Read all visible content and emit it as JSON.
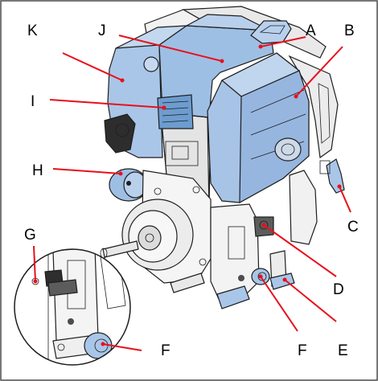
{
  "figure": {
    "border_color": "#4a4a4a",
    "accent_blue": "#a9c6e8",
    "panel_blue": "#9ebfe4",
    "leader_color": "#e8101c",
    "callouts": [
      {
        "id": "a",
        "label": "A"
      },
      {
        "id": "b",
        "label": "B"
      },
      {
        "id": "c",
        "label": "C"
      },
      {
        "id": "d",
        "label": "D"
      },
      {
        "id": "e",
        "label": "E"
      },
      {
        "id": "f1",
        "label": "F"
      },
      {
        "id": "f2",
        "label": "F"
      },
      {
        "id": "g",
        "label": "G"
      },
      {
        "id": "h",
        "label": "H"
      },
      {
        "id": "i",
        "label": "I"
      },
      {
        "id": "j",
        "label": "J"
      },
      {
        "id": "k",
        "label": "K"
      }
    ]
  }
}
